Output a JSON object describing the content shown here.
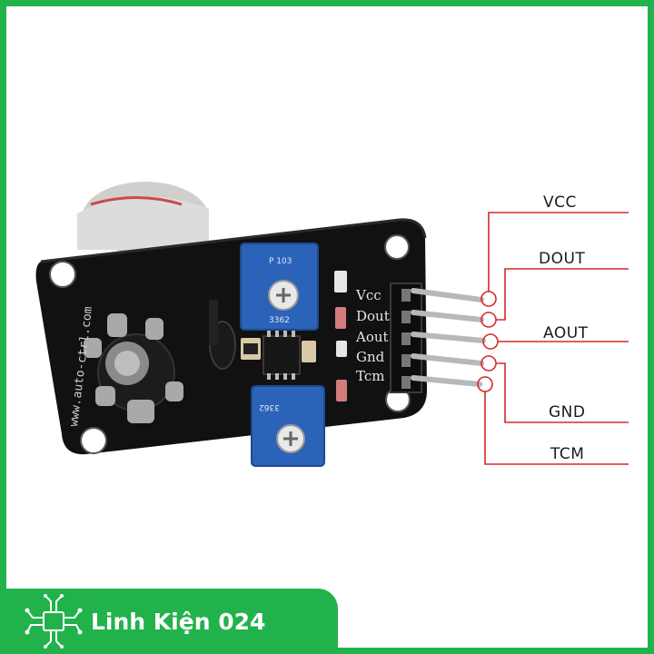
{
  "pin_labels": {
    "vcc": "VCC",
    "dout": "DOUT",
    "aout": "AOUT",
    "gnd": "GND",
    "tcm": "TCM"
  },
  "silkscreen": {
    "website": "www.auto-ctrl.com",
    "vcc": "Vcc",
    "dout": "Dout",
    "aout": "Aout",
    "gnd": "Gnd",
    "tcm": "Tcm",
    "pot_top_code": "3362",
    "pot_top_value": "P 103",
    "pot_bottom_code": "3362"
  },
  "brand": {
    "name": "Linh Kiện 024"
  },
  "colors": {
    "frame": "#22b24c",
    "callout_line": "#d42a2a",
    "pcb": "#111111",
    "potentiometer": "#2b63b8"
  }
}
